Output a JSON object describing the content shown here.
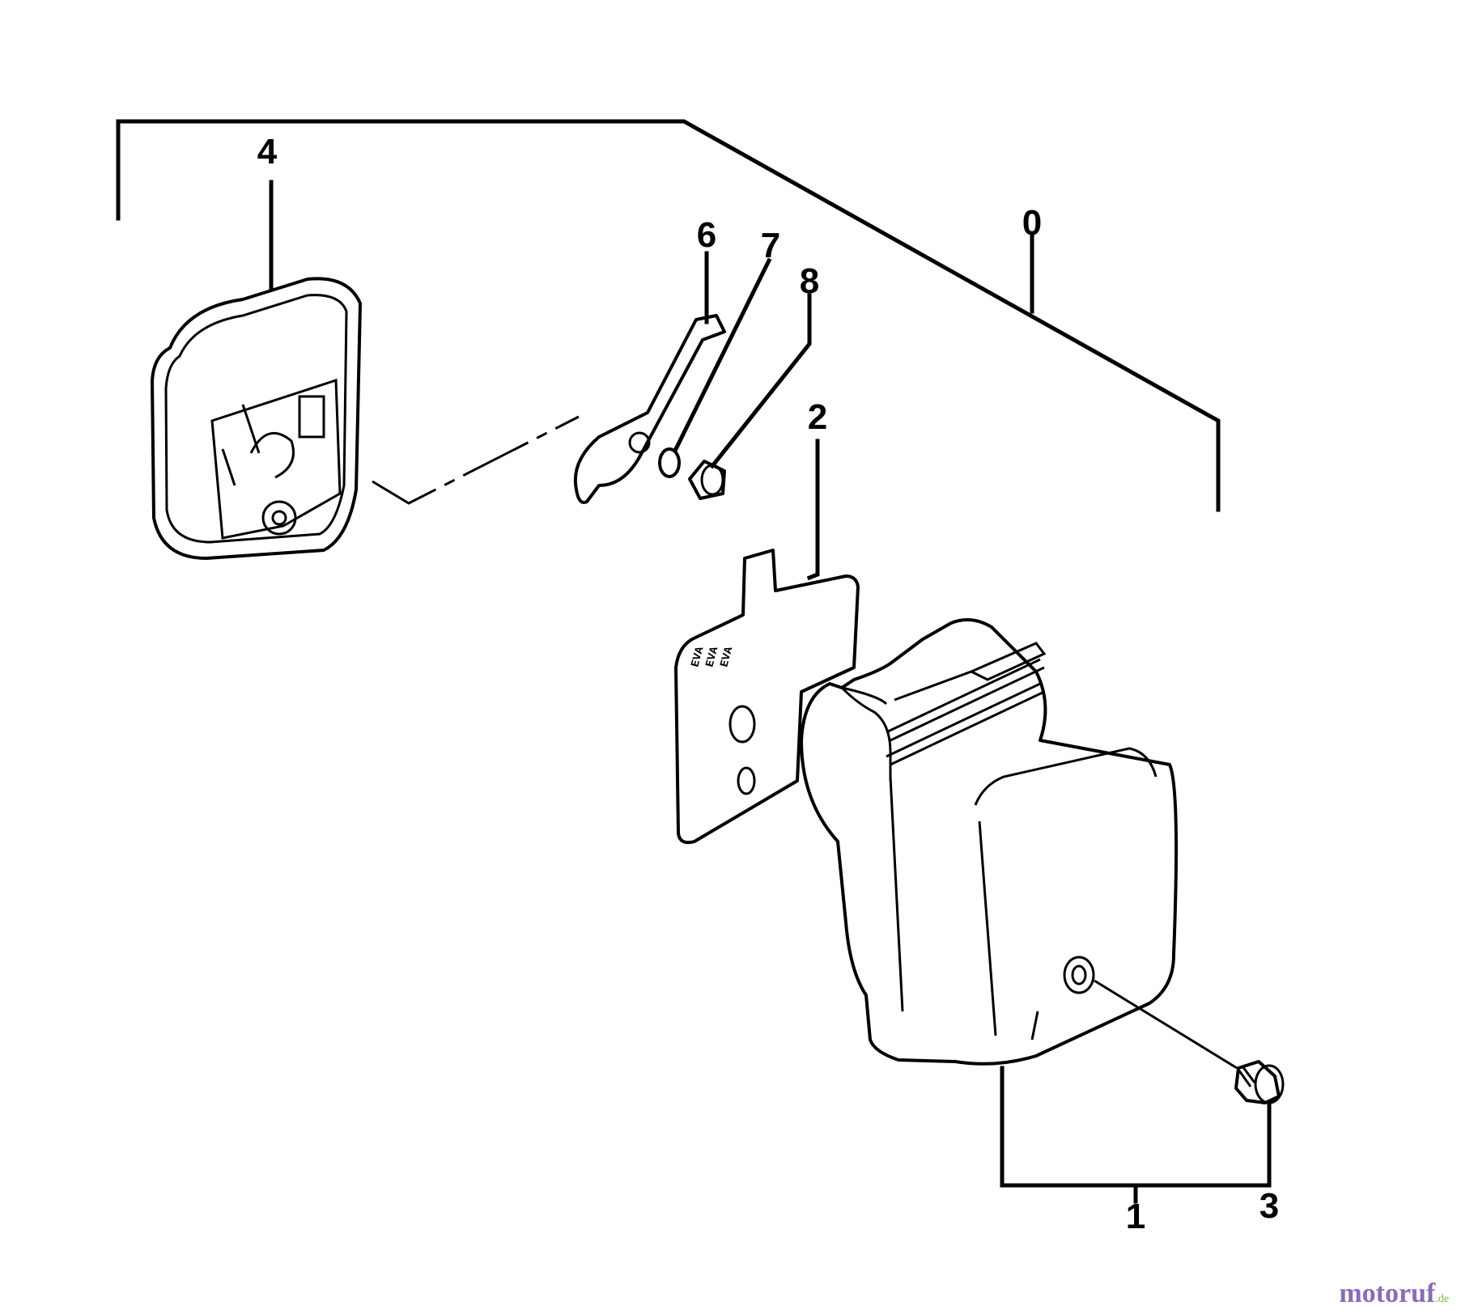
{
  "callouts": {
    "c0": "0",
    "c1": "1",
    "c2": "2",
    "c3": "3",
    "c4": "4",
    "c6": "6",
    "c7": "7",
    "c8": "8"
  },
  "watermark": {
    "text": "motoruf",
    "suffix": ".de",
    "color_primary": "#8a6bb8",
    "color_accent": "#7cb342"
  }
}
